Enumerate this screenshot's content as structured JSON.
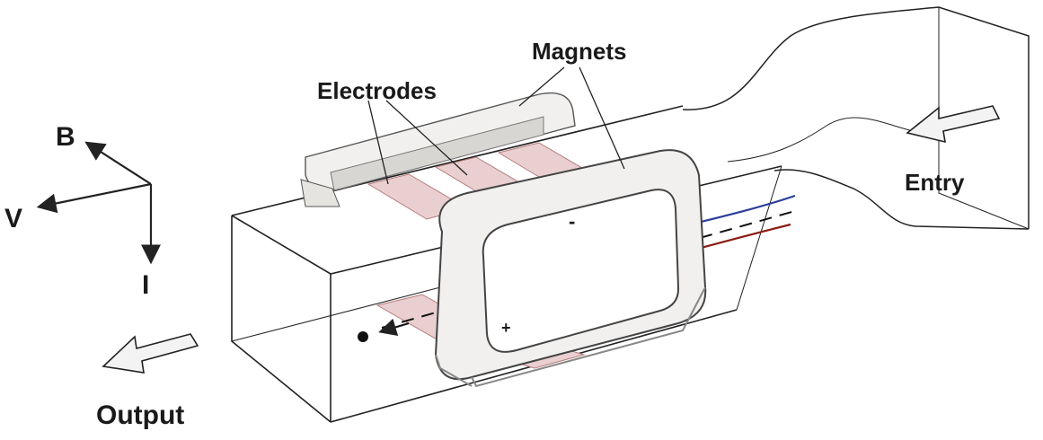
{
  "labels": {
    "magnets": "Magnets",
    "electrodes": "Electrodes",
    "entry": "Entry",
    "output": "Output",
    "axis_b": "B",
    "axis_v": "V",
    "axis_i": "I",
    "minus_sign": "-",
    "plus_sign": "+"
  },
  "colors": {
    "outline": "#222222",
    "electrode_fill": "#e9cfcf",
    "electrode_line": "#b57a7a",
    "magnet_fill": "#f1f0ee",
    "magnet_shadow": "#bdbdbd",
    "negative_path": "#2b3d9a",
    "positive_path": "#8a1c14",
    "center_line": "#111111"
  }
}
